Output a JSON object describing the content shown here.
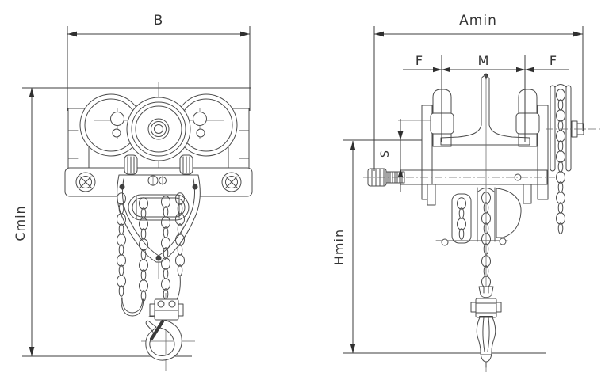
{
  "drawing": {
    "type": "engineering-dimension-drawing",
    "subject": "chain hoist with push trolley, two orthographic views",
    "background_color": "#ffffff",
    "line_color": "#4b4b4b",
    "dimension_color": "#3c3c3c",
    "views": [
      {
        "id": "front-view",
        "description": "front view of trolley-mounted chain hoist with hook"
      },
      {
        "id": "side-view",
        "description": "side view on beam with hand chain wheel and hook"
      }
    ],
    "dimensions": {
      "b": {
        "label": "B"
      },
      "cmin": {
        "label": "Cmin"
      },
      "amin": {
        "label": "Amin"
      },
      "f_left": {
        "label": "F"
      },
      "m": {
        "label": "M"
      },
      "f_right": {
        "label": "F"
      },
      "s": {
        "label": "S"
      },
      "hmin": {
        "label": "Hmin"
      }
    }
  }
}
